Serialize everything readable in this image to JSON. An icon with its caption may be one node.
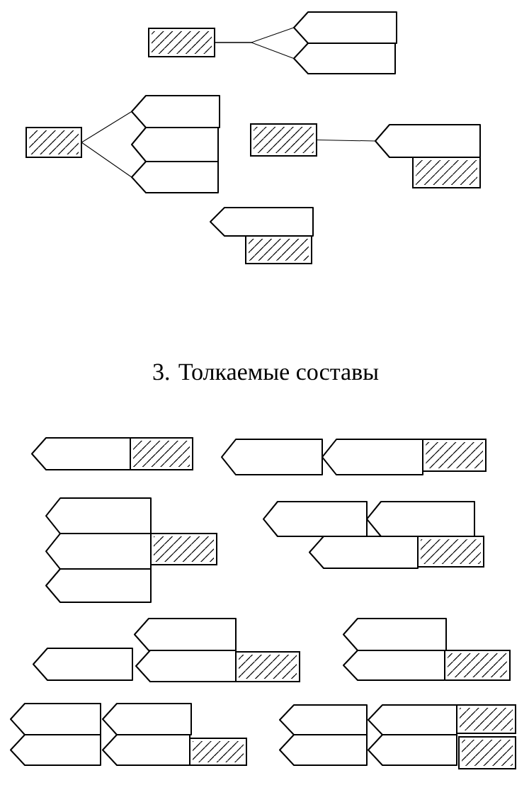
{
  "diagram": {
    "title": "3. Толкаемые составы",
    "nodes": [
      {
        "text": [],
        "shape": "box"
      },
      {
        "text": [],
        "shape": "pentagon"
      },
      {
        "text": [],
        "shape": "pentagon"
      },
      {
        "text": [],
        "shape": "box"
      },
      {
        "text": [],
        "shape": "pentagon"
      },
      {
        "text": [],
        "shape": "pentagon"
      },
      {
        "text": [],
        "shape": "pentagon"
      },
      {
        "text": [],
        "shape": "box"
      },
      {
        "text": [],
        "shape": "pentagon"
      },
      {
        "text": [],
        "shape": "box"
      },
      {
        "text": [],
        "shape": "pentagon"
      },
      {
        "text": [],
        "shape": "box"
      },
      {
        "text": [],
        "shape": "pentagon"
      },
      {
        "text": [],
        "shape": "box"
      },
      {
        "text": [],
        "shape": "pentagon"
      },
      {
        "text": [],
        "shape": "pentagon"
      },
      {
        "text": [],
        "shape": "box"
      },
      {
        "text": [],
        "shape": "pentagon"
      },
      {
        "text": [],
        "shape": "box"
      },
      {
        "text": [],
        "shape": "pentagon"
      },
      {
        "text": [],
        "shape": "pentagon"
      },
      {
        "text": [],
        "shape": "pentagon"
      },
      {
        "text": [],
        "shape": "pentagon"
      },
      {
        "text": [],
        "shape": "pentagon"
      },
      {
        "text": [],
        "shape": "box"
      },
      {
        "text": [],
        "shape": "pentagon"
      },
      {
        "text": [],
        "shape": "pentagon"
      },
      {
        "text": [],
        "shape": "pentagon"
      },
      {
        "text": [],
        "shape": "pentagon"
      },
      {
        "text": [],
        "shape": "box"
      },
      {
        "text": [],
        "shape": "pentagon"
      },
      {
        "text": [],
        "shape": "box"
      },
      {
        "text": [],
        "shape": "pentagon"
      },
      {
        "text": [],
        "shape": "pentagon"
      },
      {
        "text": [],
        "shape": "pentagon"
      },
      {
        "text": [],
        "shape": "pentagon"
      },
      {
        "text": [],
        "shape": "box"
      },
      {
        "text": [],
        "shape": "pentagon"
      },
      {
        "text": [],
        "shape": "pentagon"
      },
      {
        "text": [],
        "shape": "box"
      },
      {
        "text": [],
        "shape": "pentagon"
      },
      {
        "text": [],
        "shape": "pentagon"
      },
      {
        "text": [],
        "shape": "box"
      }
    ],
    "edges": [
      {
        "from": 0,
        "to": 1,
        "arrow": "none"
      },
      {
        "from": 0,
        "to": 2,
        "arrow": "none"
      },
      {
        "from": 3,
        "to": 4,
        "arrow": "none"
      },
      {
        "from": 3,
        "to": 6,
        "arrow": "none"
      },
      {
        "from": 7,
        "to": 8,
        "arrow": "none"
      }
    ]
  }
}
